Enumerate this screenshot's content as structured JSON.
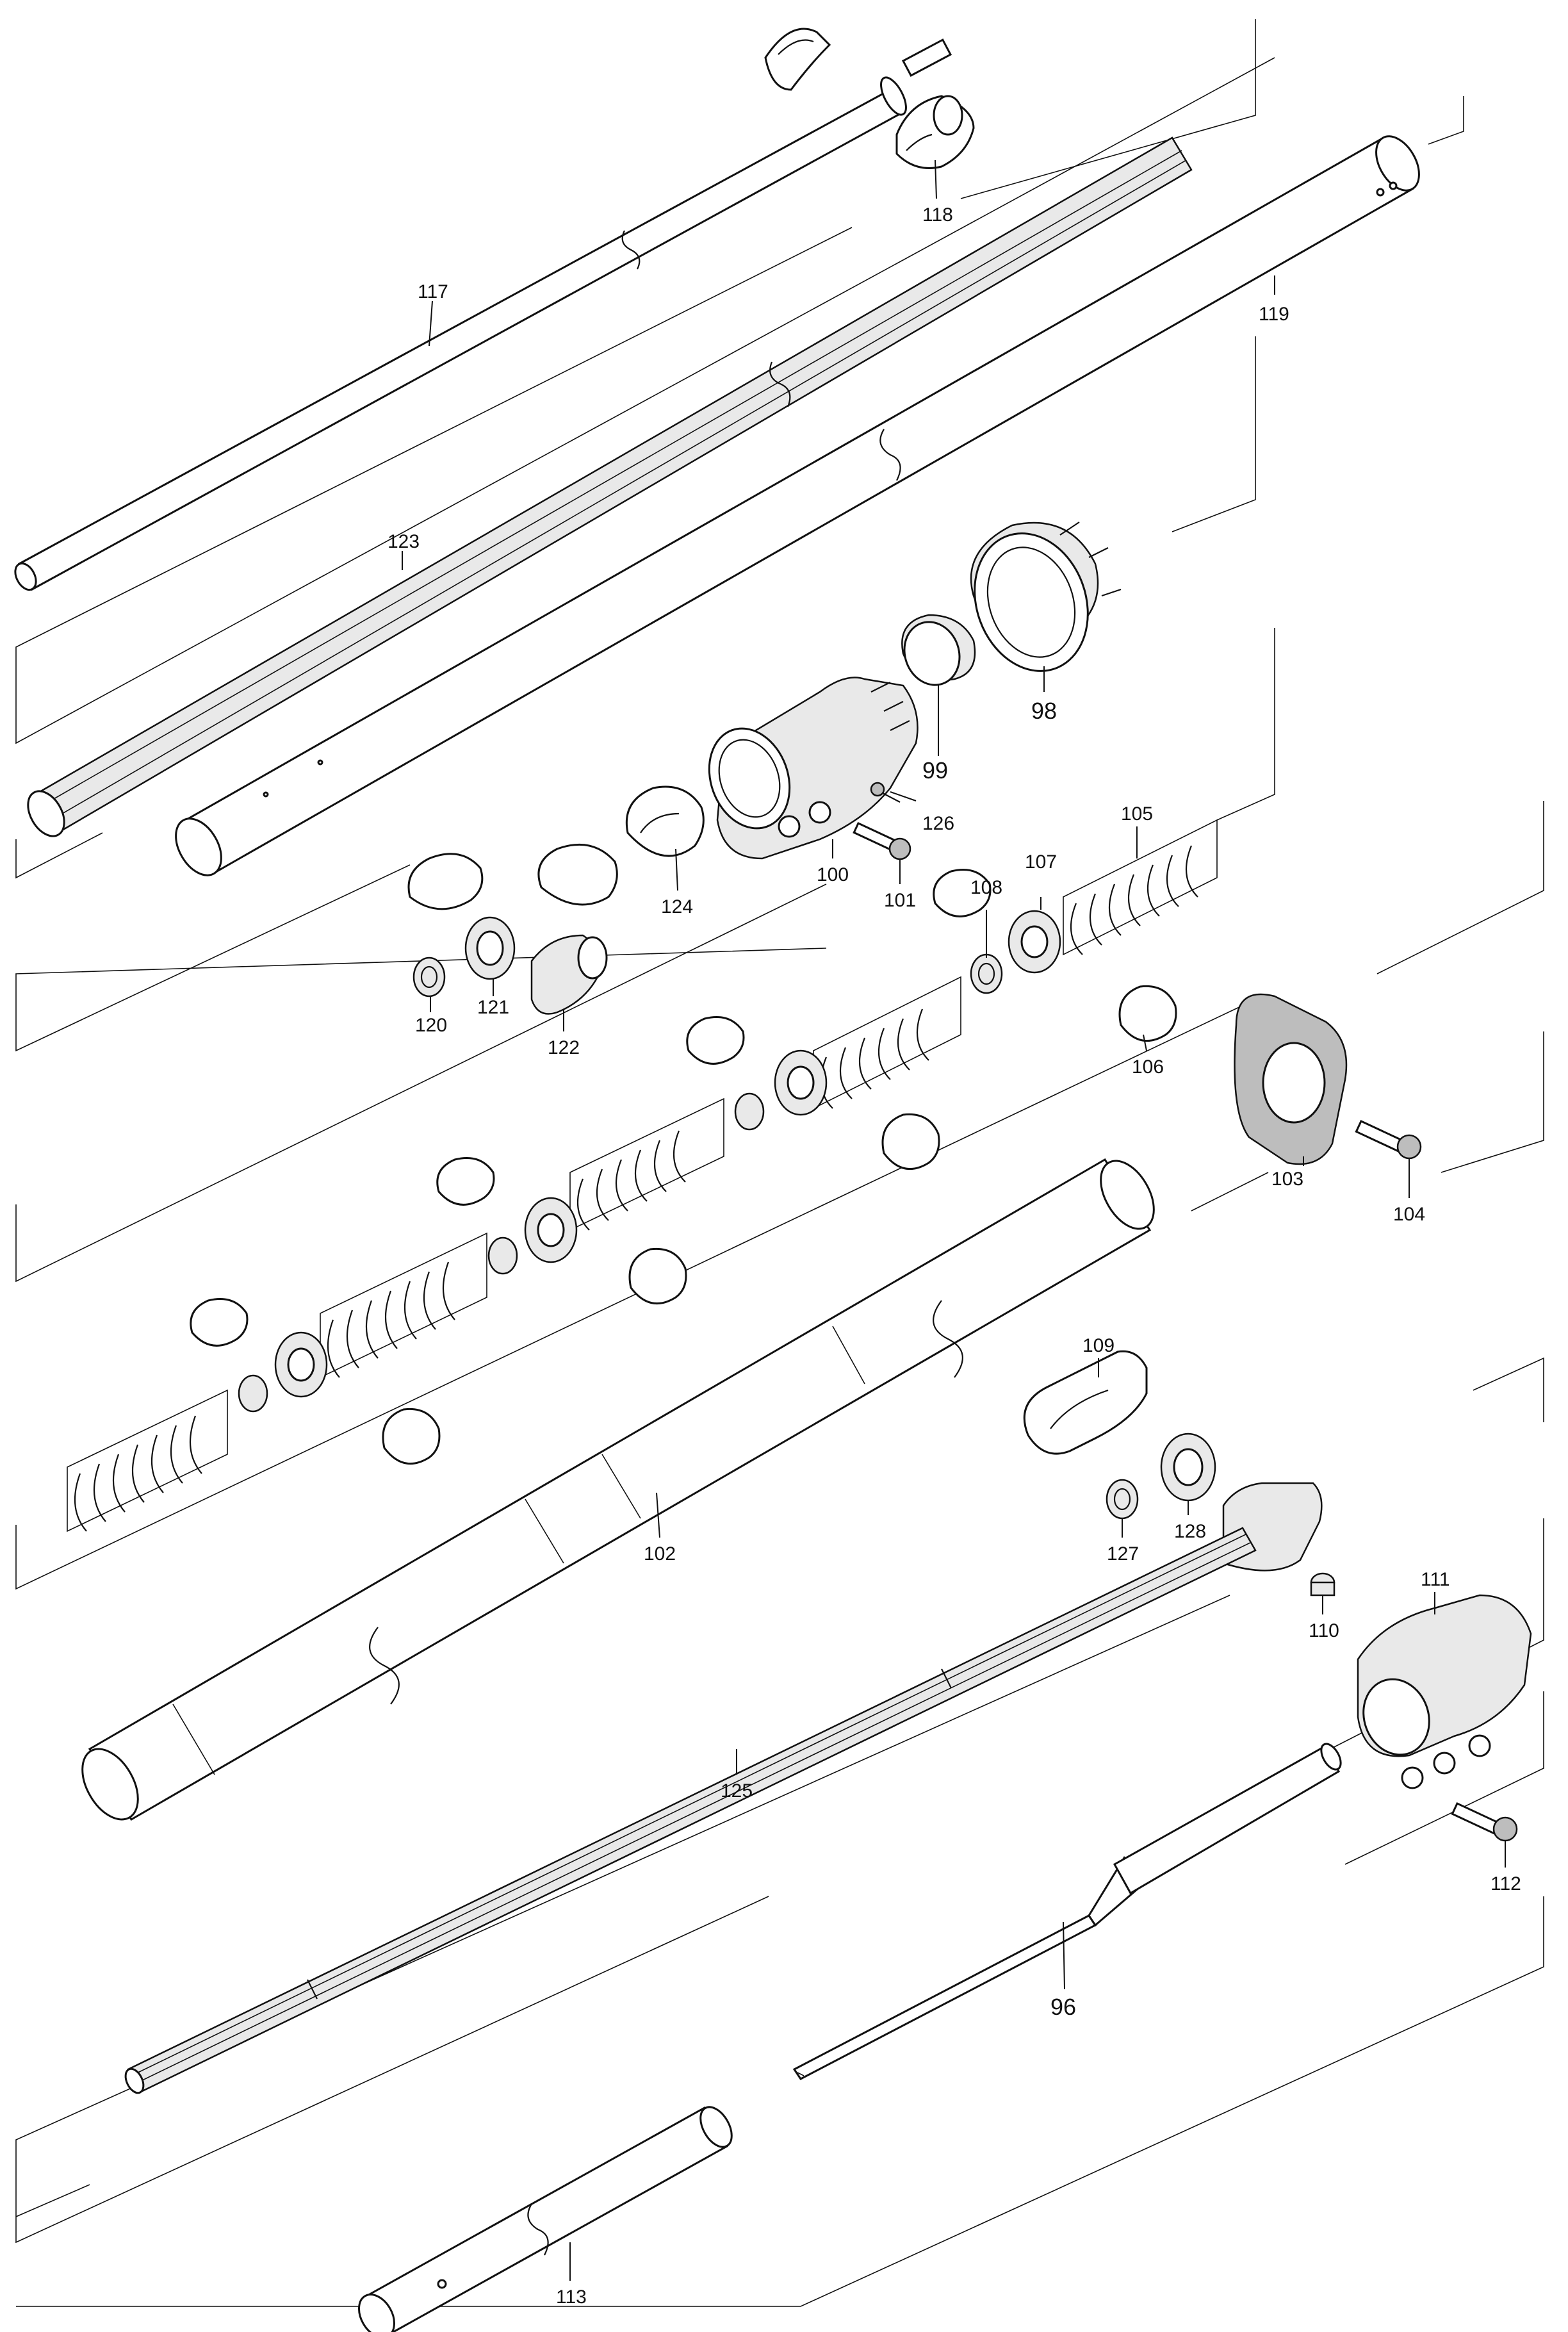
{
  "labels": {
    "p96": "96",
    "p98": "98",
    "p99": "99",
    "p100": "100",
    "p101": "101",
    "p102": "102",
    "p103": "103",
    "p104": "104",
    "p105": "105",
    "p106": "106",
    "p107": "107",
    "p108": "108",
    "p109": "109",
    "p110": "110",
    "p111": "111",
    "p112": "112",
    "p113": "113",
    "p117": "117",
    "p118": "118",
    "p119": "119",
    "p120": "120",
    "p121": "121",
    "p122": "122",
    "p123": "123",
    "p124": "124",
    "p125": "125",
    "p126": "126",
    "p127": "127",
    "p128": "128"
  }
}
